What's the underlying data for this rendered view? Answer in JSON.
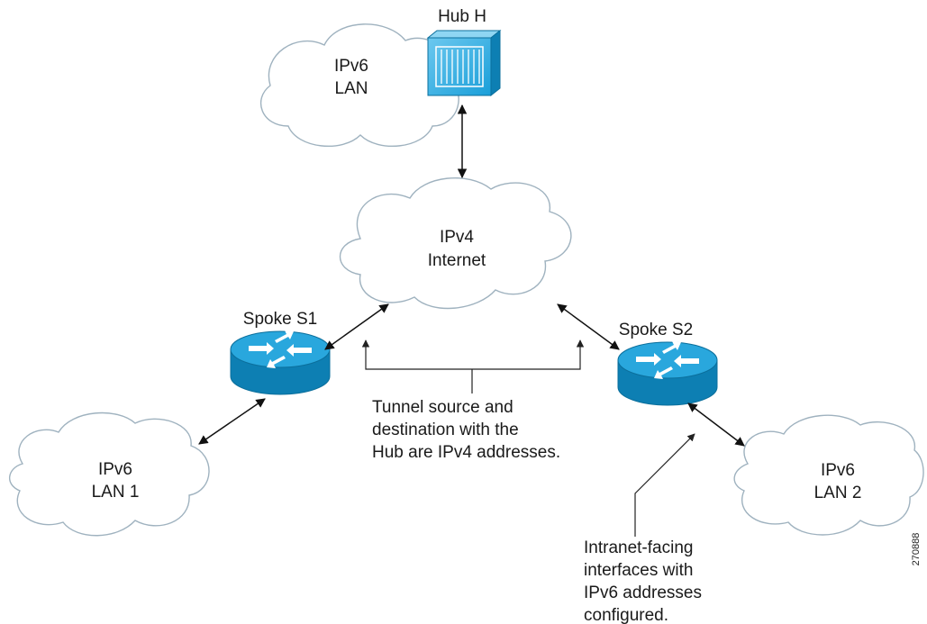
{
  "hub": {
    "label": "Hub H"
  },
  "clouds": {
    "hub_lan": [
      "IPv6",
      "LAN"
    ],
    "internet": [
      "IPv4",
      "Internet"
    ],
    "lan1": [
      "IPv6",
      "LAN 1"
    ],
    "lan2": [
      "IPv6",
      "LAN 2"
    ]
  },
  "spokes": {
    "s1": {
      "label": "Spoke S1"
    },
    "s2": {
      "label": "Spoke S2"
    }
  },
  "notes": {
    "tunnel": [
      "Tunnel source and",
      "destination with the",
      "Hub are IPv4 addresses."
    ],
    "intranet": [
      "Intranet-facing",
      "interfaces with",
      "IPv6 addresses",
      "configured."
    ]
  },
  "figure_id": "270888",
  "colors": {
    "device_fill": "#1a9fd9",
    "device_stroke": "#0b6f9c",
    "cloud_stroke": "#9fb2bf",
    "router_top": "#29a7dd",
    "router_side": "#0d7fb3"
  },
  "icons": {
    "hub": "hub-switch-icon",
    "router": "router-icon"
  }
}
